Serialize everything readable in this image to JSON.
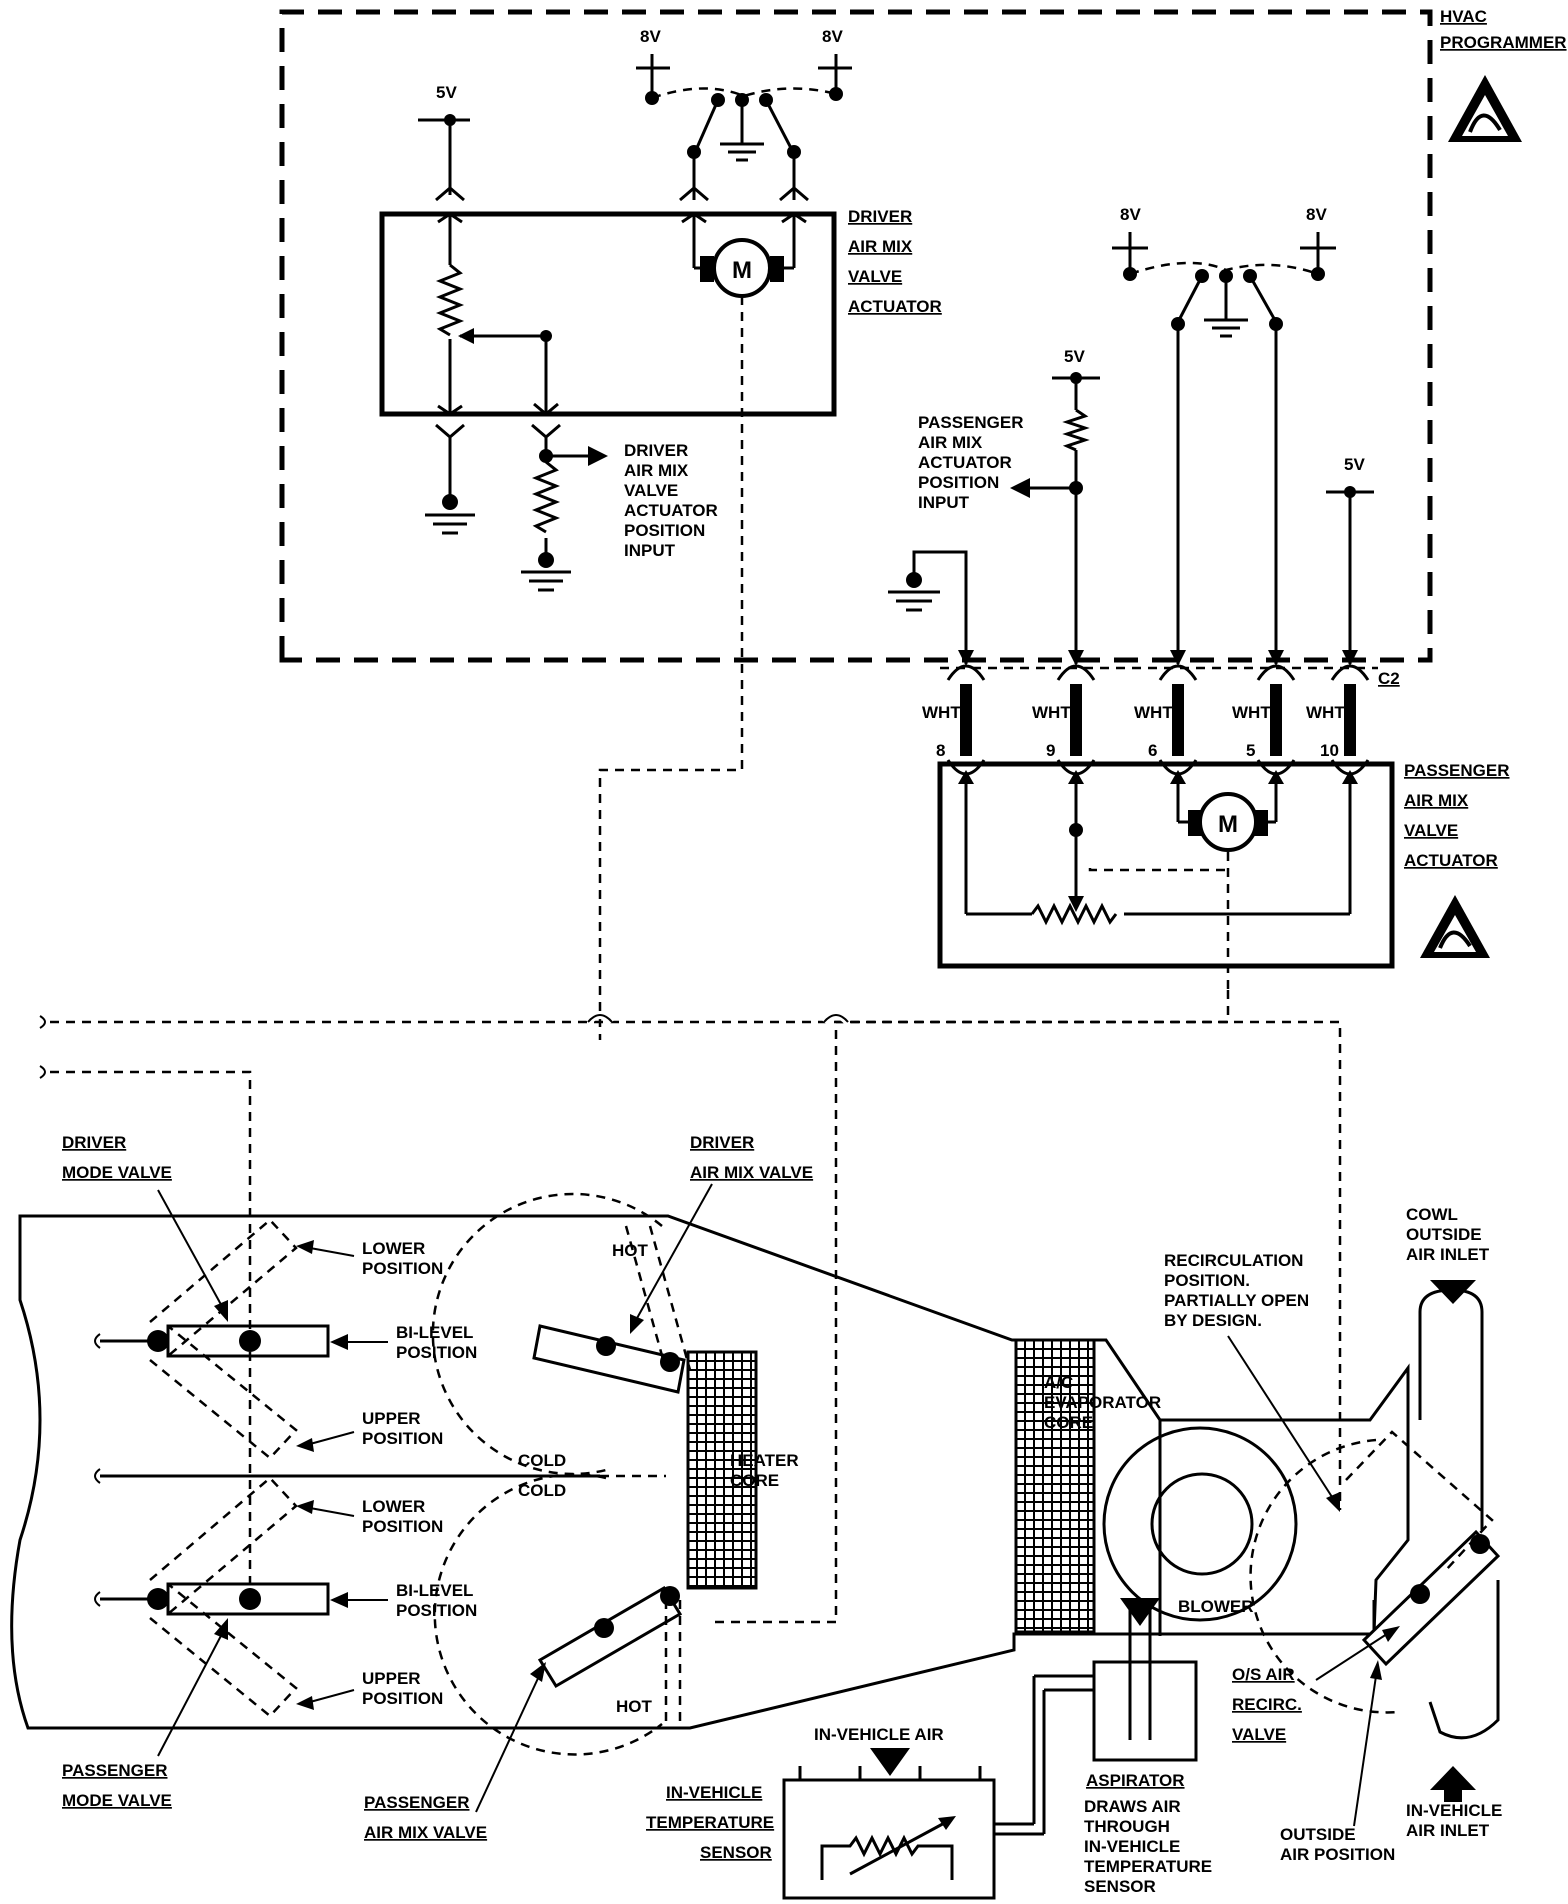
{
  "voltages": {
    "v5": "5V",
    "v8": "8V"
  },
  "hvac_programmer": [
    "HVAC",
    "PROGRAMMER"
  ],
  "driver_actuator": [
    "DRIVER",
    "AIR MIX",
    "VALVE",
    "ACTUATOR"
  ],
  "driver_position_input": [
    "DRIVER",
    "AIR MIX",
    "VALVE",
    "ACTUATOR",
    "POSITION",
    "INPUT"
  ],
  "passenger_position_input": [
    "PASSENGER",
    "AIR MIX",
    "ACTUATOR",
    "POSITION",
    "INPUT"
  ],
  "passenger_actuator": [
    "PASSENGER",
    "AIR MIX",
    "VALVE",
    "ACTUATOR"
  ],
  "motor": "M",
  "connector": "C2",
  "wire_color": "WHT",
  "pins": [
    "8",
    "9",
    "6",
    "5",
    "10"
  ],
  "driver_mode_valve": [
    "DRIVER",
    "MODE VALVE"
  ],
  "driver_air_mix_valve": [
    "DRIVER",
    "AIR MIX VALVE"
  ],
  "passenger_mode_valve": [
    "PASSENGER",
    "MODE VALVE"
  ],
  "passenger_air_mix_valve": [
    "PASSENGER",
    "AIR MIX VALVE"
  ],
  "lower_position": [
    "LOWER",
    "POSITION"
  ],
  "bilevel_position": [
    "BI-LEVEL",
    "POSITION"
  ],
  "upper_position": [
    "UPPER",
    "POSITION"
  ],
  "hot": "HOT",
  "cold": "COLD",
  "heater_core": [
    "HEATER",
    "CORE"
  ],
  "evaporator": [
    "A/C",
    "EVAPORATOR",
    "CORE"
  ],
  "blower": "BLOWER",
  "recirc_note": [
    "RECIRCULATION",
    "POSITION.",
    "PARTIALLY OPEN",
    "BY DESIGN."
  ],
  "cowl_inlet": [
    "COWL",
    "OUTSIDE",
    "AIR INLET"
  ],
  "os_valve": [
    "O/S AIR",
    "RECIRC.",
    "VALVE"
  ],
  "in_vehicle_inlet": [
    "IN-VEHICLE",
    "AIR INLET"
  ],
  "outside_position": [
    "OUTSIDE",
    "AIR POSITION"
  ],
  "in_vehicle_air": "IN-VEHICLE AIR",
  "temp_sensor": [
    "IN-VEHICLE",
    "TEMPERATURE",
    "SENSOR"
  ],
  "aspirator": "ASPIRATOR",
  "aspirator_note": [
    "DRAWS AIR",
    "THROUGH",
    "IN-VEHICLE",
    "TEMPERATURE",
    "SENSOR"
  ]
}
